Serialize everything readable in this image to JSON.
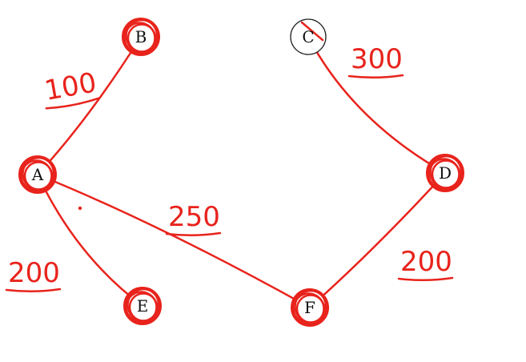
{
  "colors": {
    "ink": "#e8231c",
    "outline": "#222222",
    "background": "#ffffff"
  },
  "nodes": [
    {
      "id": "A",
      "label": "A",
      "marked": true
    },
    {
      "id": "B",
      "label": "B",
      "marked": true
    },
    {
      "id": "C",
      "label": "C",
      "marked": false
    },
    {
      "id": "D",
      "label": "D",
      "marked": true
    },
    {
      "id": "E",
      "label": "E",
      "marked": true
    },
    {
      "id": "F",
      "label": "F",
      "marked": true
    }
  ],
  "edges": [
    {
      "from": "A",
      "to": "B",
      "weight": "100"
    },
    {
      "from": "C",
      "to": "D",
      "weight": "300"
    },
    {
      "from": "A",
      "to": "F",
      "weight": "250"
    },
    {
      "from": "A",
      "to": "E",
      "weight": "200"
    },
    {
      "from": "D",
      "to": "F",
      "weight": "200"
    }
  ]
}
